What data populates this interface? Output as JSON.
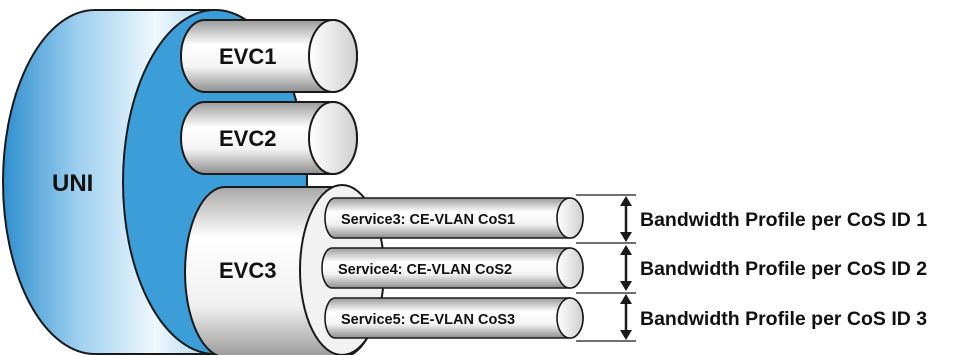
{
  "uni": {
    "label": "UNI"
  },
  "evcs": [
    {
      "label": "EVC1"
    },
    {
      "label": "EVC2"
    },
    {
      "label": "EVC3"
    }
  ],
  "services": [
    {
      "label": "Service3: CE-VLAN CoS1",
      "bandwidth_label": "Bandwidth Profile per CoS ID 1"
    },
    {
      "label": "Service4: CE-VLAN CoS2",
      "bandwidth_label": "Bandwidth Profile per CoS ID 2"
    },
    {
      "label": "Service5: CE-VLAN CoS3",
      "bandwidth_label": "Bandwidth Profile per CoS ID 3"
    }
  ],
  "colors": {
    "uni_blue": "#3b9ed8",
    "uni_gradient_light": "#e6f3fb",
    "uni_gradient_dark": "#2e88c4",
    "pipe_light": "#ffffff",
    "pipe_shade": "#b4b4b4",
    "outline": "#1a1a1a"
  }
}
